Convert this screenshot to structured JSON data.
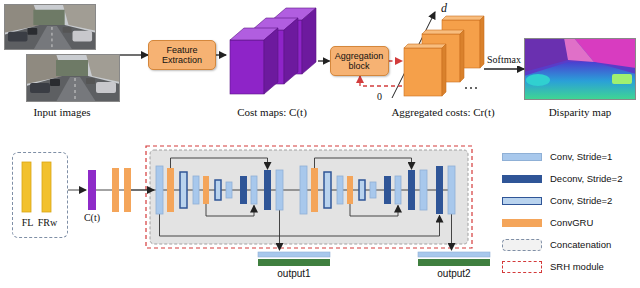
{
  "diagram": {
    "nodes": [
      {
        "text": [
          "Input images"
        ]
      },
      {
        "text": [
          "Feature Extraction"
        ]
      },
      {
        "text": [
          "Cost maps: C(t)"
        ]
      },
      {
        "text": [
          "Aggregation block"
        ]
      },
      {
        "text": [
          "Aggregated costs: Cr(t)"
        ]
      },
      {
        "text": [
          "Disparity map"
        ]
      },
      {
        "text": [
          "FL",
          "FRw"
        ]
      }
    ],
    "edges": [
      {
        "from": 0,
        "to": 1,
        "arrow": "to"
      },
      {
        "from": 1,
        "to": 2,
        "arrow": "to"
      },
      {
        "from": 2,
        "to": 3,
        "arrow": "to"
      },
      {
        "from": 3,
        "to": 4,
        "arrow": "to"
      },
      {
        "from": 4,
        "to": 5,
        "label": "Softmax",
        "arrow": "to"
      },
      {
        "from": 4,
        "to": 3,
        "arrow": "to"
      }
    ],
    "labels": [
      "d",
      "0",
      "C(t)",
      "output1",
      "output2"
    ],
    "legend": [
      {
        "text": "Conv, Stride=1",
        "color": "#a8c8ec"
      },
      {
        "text": "Deconv, Stride=2",
        "color": "#2f5597"
      },
      {
        "text": "Conv, Stride=2"
      },
      {
        "text": "ConvGRU",
        "color": "#f4a55a"
      },
      {
        "text": "Concatenation"
      },
      {
        "text": "SRH module"
      }
    ]
  }
}
